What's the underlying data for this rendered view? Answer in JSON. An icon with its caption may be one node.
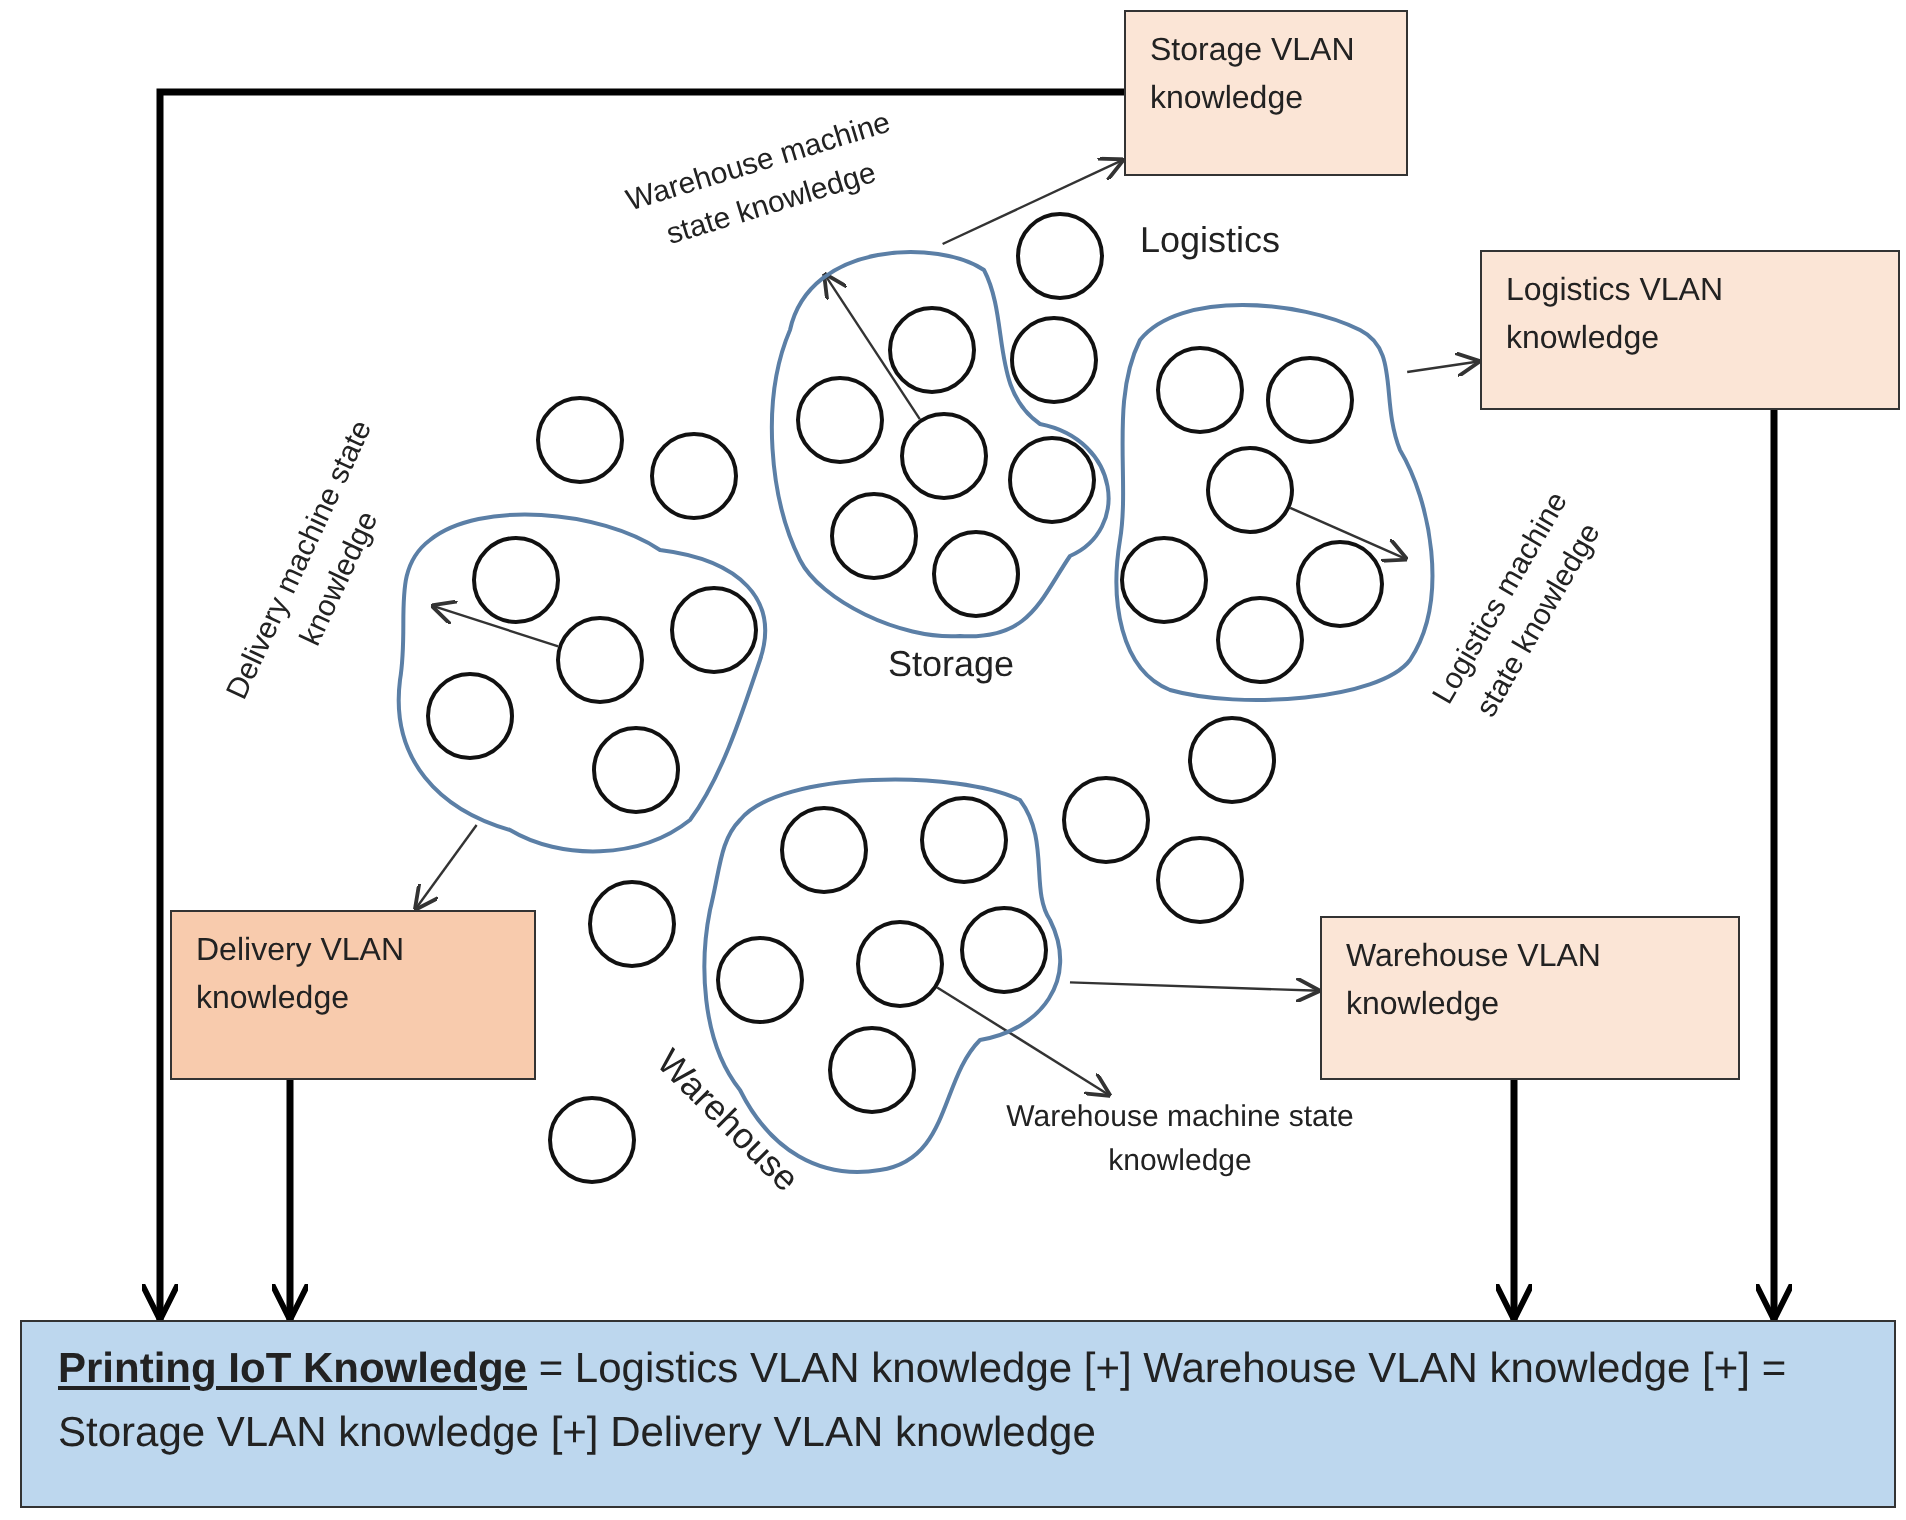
{
  "diagram": {
    "nodes": [
      {
        "text": [
          "Storage VLAN knowledge"
        ]
      },
      {
        "text": [
          "Warehouse machine state knowledge"
        ]
      },
      {
        "text": [
          "Logistics VLAN knowledge"
        ]
      },
      {
        "text": [
          "Storage"
        ]
      },
      {
        "text": [],
        "shape": "circle",
        "in": 3
      },
      {
        "text": [],
        "shape": "circle",
        "in": 3
      },
      {
        "text": [],
        "shape": "circle",
        "in": 3
      },
      {
        "text": [],
        "shape": "circle",
        "in": 3
      },
      {
        "text": [],
        "shape": "circle",
        "in": 3
      },
      {
        "text": [],
        "shape": "circle",
        "in": 3
      },
      {
        "text": [
          "Logistics"
        ]
      },
      {
        "text": [],
        "shape": "circle",
        "in": 10
      },
      {
        "text": [],
        "shape": "circle",
        "in": 10
      },
      {
        "text": [],
        "shape": "circle",
        "in": 10
      },
      {
        "text": [],
        "shape": "circle",
        "in": 10
      },
      {
        "text": [],
        "shape": "circle",
        "in": 10
      },
      {
        "text": [],
        "shape": "circle",
        "in": 10
      },
      {
        "text": [
          "Delivery machine state knowledge"
        ]
      },
      {
        "text": [
          "Logistics machine state knowledge"
        ]
      },
      {
        "text": [],
        "shape": "cloud"
      },
      {
        "text": [],
        "shape": "circle",
        "in": 19
      },
      {
        "text": [],
        "shape": "circle",
        "in": 19
      },
      {
        "text": [],
        "shape": "circle",
        "in": 19
      },
      {
        "text": [],
        "shape": "circle",
        "in": 19
      },
      {
        "text": [],
        "shape": "circle",
        "in": 19
      },
      {
        "text": [
          "Warehouse"
        ]
      },
      {
        "text": [],
        "shape": "circle",
        "in": 25
      },
      {
        "text": [],
        "shape": "circle",
        "in": 25
      },
      {
        "text": [],
        "shape": "circle",
        "in": 25
      },
      {
        "text": [],
        "shape": "circle",
        "in": 25
      },
      {
        "text": [],
        "shape": "circle",
        "in": 25
      },
      {
        "text": [],
        "shape": "circle",
        "in": 25
      },
      {
        "text": [
          "Delivery VLAN knowledge"
        ]
      },
      {
        "text": [
          "Warehouse VLAN knowledge"
        ]
      },
      {
        "text": [
          "Warehouse machine state knowledge"
        ]
      },
      {
        "text": [
          "**Printing IoT Knowledge** = Logistics VLAN knowledge [+] Warehouse VLAN knowledge [+] = Storage VLAN knowledge [+] Delivery VLAN knowledge"
        ]
      },
      {
        "text": [],
        "shape": "circle"
      },
      {
        "text": [],
        "shape": "circle"
      },
      {
        "text": [],
        "shape": "circle"
      },
      {
        "text": [],
        "shape": "circle"
      },
      {
        "text": [],
        "shape": "circle"
      },
      {
        "text": [],
        "shape": "circle"
      },
      {
        "text": [],
        "shape": "circle"
      },
      {
        "text": [],
        "shape": "circle"
      },
      {
        "text": [],
        "shape": "circle"
      }
    ],
    "edges": [
      {
        "from": 3,
        "to": 0,
        "arrow": "to"
      },
      {
        "from": 6,
        "to": 1,
        "arrow": "to"
      },
      {
        "from": 10,
        "to": 2,
        "arrow": "to"
      },
      {
        "from": 13,
        "to": 18,
        "arrow": "to"
      },
      {
        "from": 21,
        "to": 17,
        "arrow": "to"
      },
      {
        "from": 19,
        "to": 32,
        "arrow": "to"
      },
      {
        "from": 29,
        "to": 34,
        "arrow": "to"
      },
      {
        "from": 25,
        "to": 33,
        "arrow": "to"
      },
      {
        "from": 0,
        "to": 35,
        "arrow": "to",
        "style": "thick"
      },
      {
        "from": 32,
        "to": 35,
        "arrow": "to",
        "style": "thick"
      },
      {
        "from": 33,
        "to": 35,
        "arrow": "to",
        "style": "thick"
      },
      {
        "from": 2,
        "to": 35,
        "arrow": "to",
        "style": "thick"
      }
    ]
  }
}
